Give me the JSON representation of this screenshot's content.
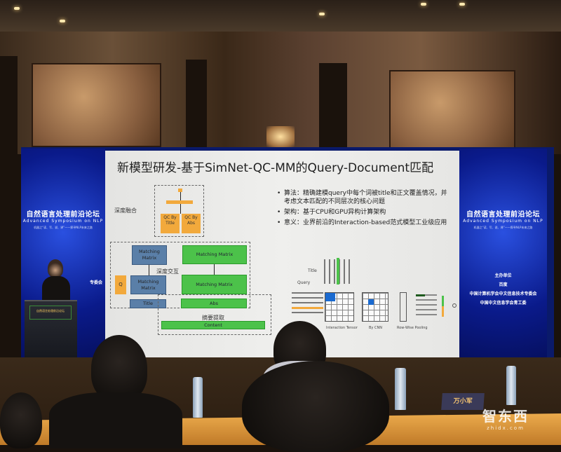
{
  "slide": {
    "title": "新模型研发-基于SimNet-QC-MM的Query-Document匹配",
    "bullets": [
      "算法：精确建模query中每个词被title和正文覆盖情况，并考虑文本匹配的不同层次的核心问题",
      "架构：基于CPU和GPU异构计算架构",
      "意义：业界前沿的Interaction-based范式模型工业级应用"
    ],
    "diagram": {
      "deep_fusion": "深度融合",
      "deep_interaction": "深度交互",
      "summary_extraction": "摘要提取",
      "qc_by_title": "QC By Title",
      "qc_by_abs": "QC By Abs",
      "matching_matrix": "Matching Matrix",
      "q": "Q",
      "title": "Title",
      "abs": "Abs",
      "content": "Content"
    },
    "figure": {
      "title_label": "Title",
      "query_label": "Query",
      "interaction_tensor": "Interaction Tensor",
      "by_cnn": "By CNN",
      "row_wise_pooling": "Row-Wise Pooling"
    }
  },
  "banner": {
    "title_cn": "自然语言处理前沿论坛",
    "title_en": "Advanced Symposium on NLP",
    "subtitle": "机器之“读、写、说、译”——探寻NLP未来之路",
    "organizers_label": "主办单位",
    "organizers": [
      "百度",
      "中国计算机学会中文信息技术专委会",
      "中国中文信息学会青工委"
    ],
    "left_partial": "专委会"
  },
  "name_card": "万小军",
  "watermark": {
    "brand": "智东西",
    "url": "zhidx.com"
  },
  "colors": {
    "orange": "#f2a93c",
    "blue": "#5a7fa8",
    "green": "#4cc24a",
    "banner": "#0a1a8a"
  }
}
